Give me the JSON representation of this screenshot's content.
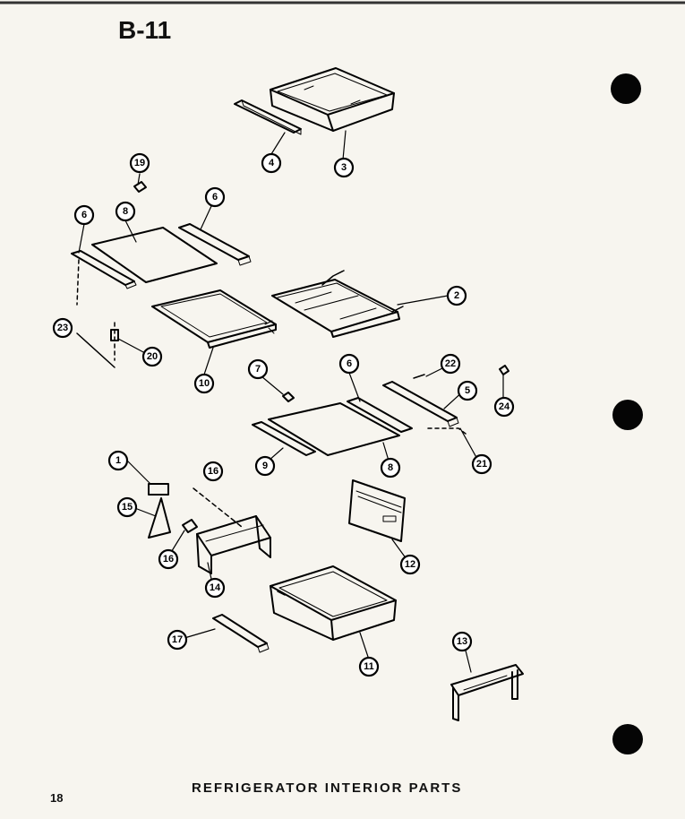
{
  "header": {
    "title": "B-11"
  },
  "footer": {
    "caption": "REFRIGERATOR INTERIOR PARTS",
    "page_number": "18"
  },
  "callouts": {
    "c1": "1",
    "c2": "2",
    "c3": "3",
    "c4": "4",
    "c5": "5",
    "c6a": "6",
    "c6b": "6",
    "c6c": "6",
    "c7": "7",
    "c8a": "8",
    "c8b": "8",
    "c9": "9",
    "c10": "10",
    "c11": "11",
    "c12": "12",
    "c13": "13",
    "c14": "14",
    "c15": "15",
    "c16a": "16",
    "c16b": "16",
    "c17": "17",
    "c19": "19",
    "c20": "20",
    "c21": "21",
    "c22": "22",
    "c23": "23",
    "c24": "24"
  }
}
